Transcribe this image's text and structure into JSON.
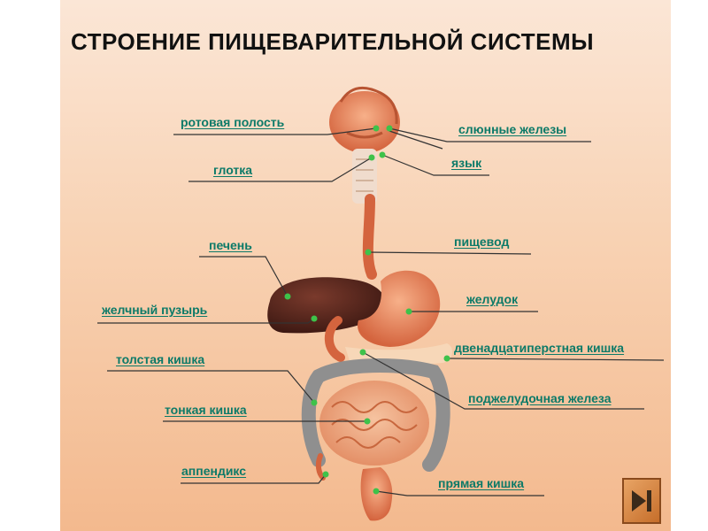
{
  "title": "СТРОЕНИЕ  ПИЩЕВАРИТЕЛЬНОЙ  СИСТЕМЫ",
  "labels": {
    "mouth": "ротовая полость",
    "salivary": "слюнные железы",
    "tongue": "язык",
    "pharynx": "глотка",
    "esophagus": "пищевод",
    "liver": "печень",
    "stomach": "желудок",
    "gallbladder": "желчный пузырь",
    "duodenum": "двенадцатиперстная кишка",
    "colon": "толстая кишка",
    "pancreas": "поджелудочная железа",
    "small_intestine": "тонкая кишка",
    "appendix": "аппендикс",
    "rectum": "прямая кишка"
  },
  "next_button": {
    "icon": "play-next-icon"
  },
  "colors": {
    "label": "#0c7a68",
    "marker": "#3ec24a",
    "organ": "#e07a55",
    "liver": "#4a1f17"
  }
}
